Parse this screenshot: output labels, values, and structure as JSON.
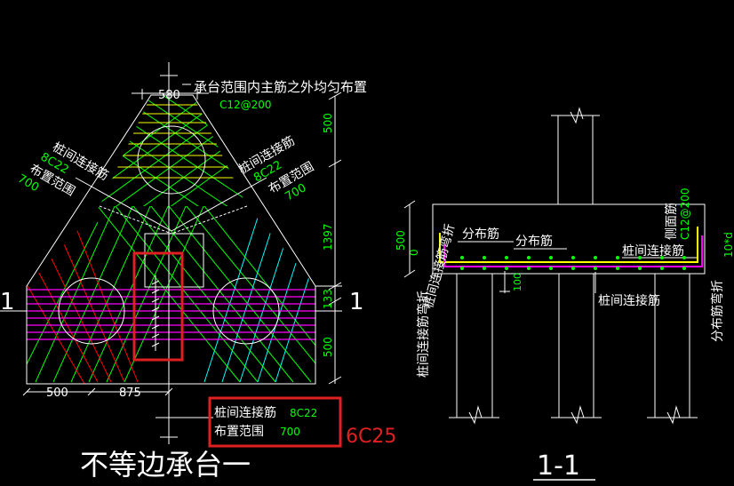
{
  "left_view": {
    "top_note": "承台范围内主筋之外均匀布置",
    "dim_top_width": "580",
    "rebar_spec_top": "C12@200",
    "left_label_line1": "桩间连接筋",
    "left_label_spec": "8C22",
    "left_label_line2": "布置范围",
    "left_label_width": "700",
    "right_label_line1": "桩间连接筋",
    "right_label_spec": "8C22",
    "right_label_line2": "布置范围",
    "right_label_width": "700",
    "dim_right_500_top": "500",
    "dim_right_1397": "1397",
    "dim_right_133": "133",
    "dim_right_500_bottom": "500",
    "dim_bottom_500": "500",
    "dim_bottom_875": "875",
    "section_mark_left": "1",
    "section_mark_right": "1",
    "bottom_box_line1": "桩间连接筋",
    "bottom_box_spec": "8C22",
    "bottom_box_line2": "布置范围",
    "bottom_box_width": "700",
    "red_annotation": "6C25",
    "title": "不等边承台一"
  },
  "section_view": {
    "label_dist1": "分布筋",
    "label_dist2": "分布筋",
    "label_side_rebar": "侧面筋",
    "label_side_spec": "C12@200",
    "label_pile_connect_right": "桩间连接筋",
    "label_pile_connect_bottom": "桩间连接筋",
    "label_pile_connect_bend": "桩间连接筋弯折",
    "label_pile_connect_bend_vertical": "桩间连接筋弯折",
    "label_dist_bend": "分布筋弯折",
    "label_dist_bend_len": "10*d",
    "dim_500": "500",
    "dim_0": "0",
    "dim_100": "100",
    "title": "1-1"
  },
  "colors": {
    "white": "#ffffff",
    "green": "#00ff00",
    "yellow": "#ffff00",
    "magenta": "#ff00ff",
    "cyan": "#00ffff",
    "red": "#ff0000",
    "annotation_red": "#e02020"
  }
}
